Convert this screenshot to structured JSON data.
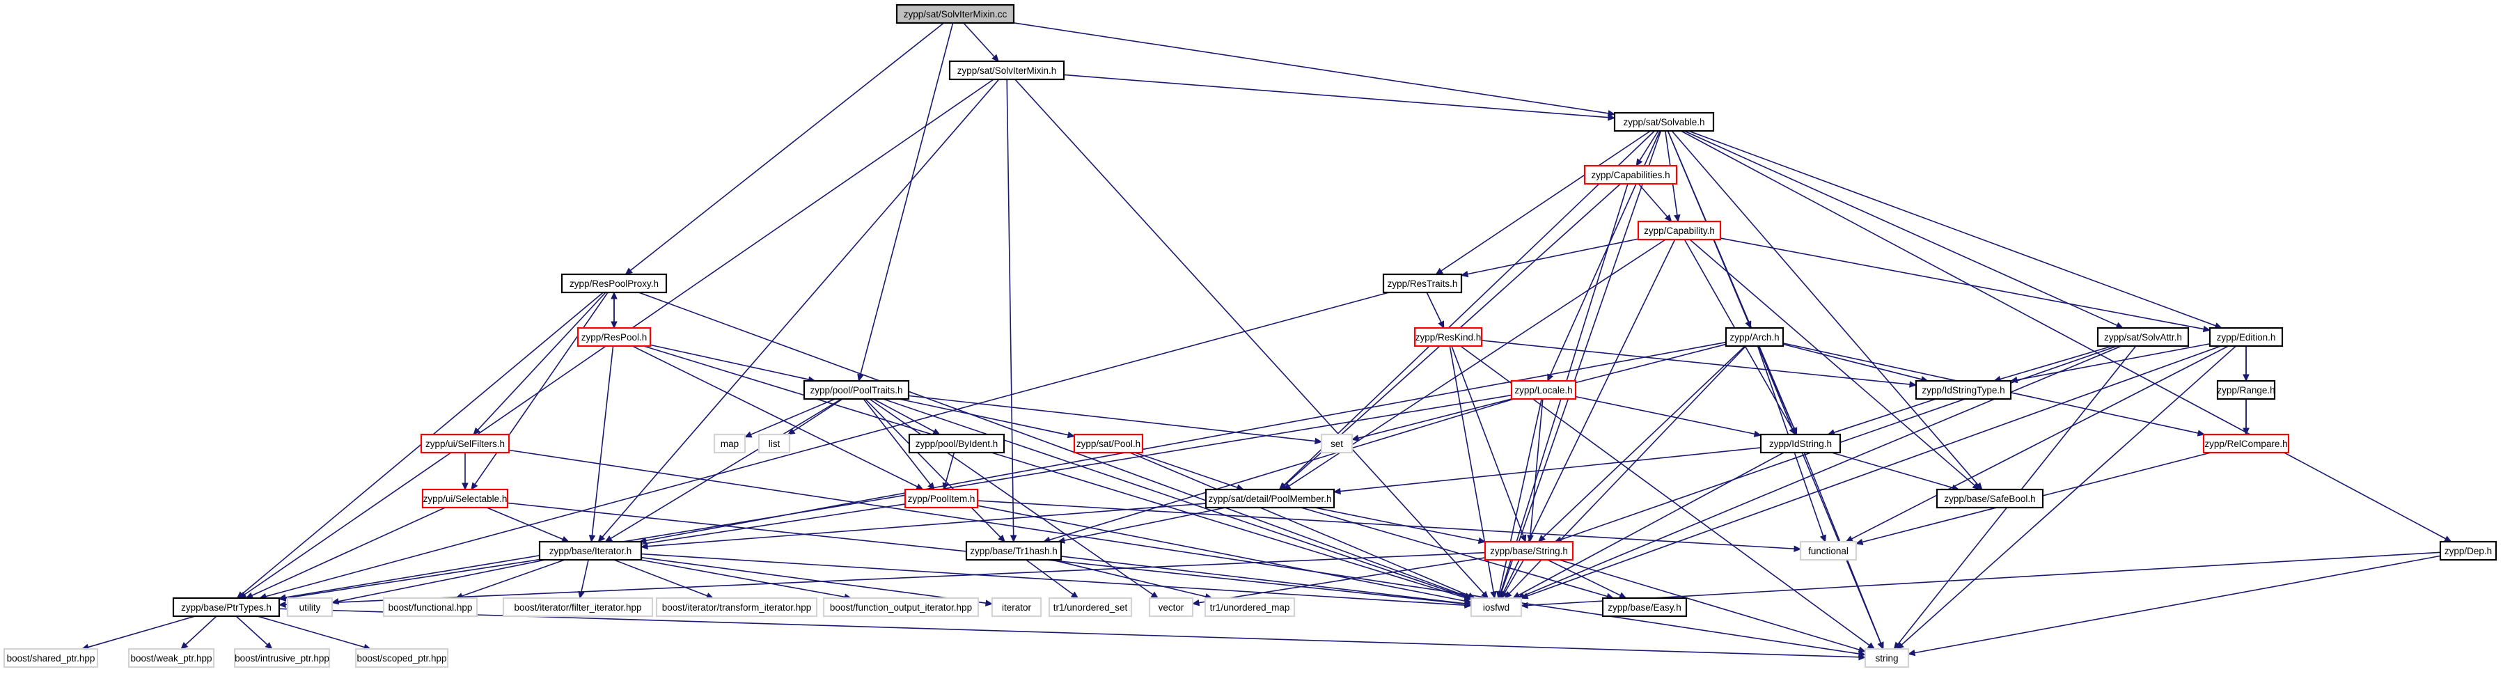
{
  "colors": {
    "edge": "#191970",
    "root_fill": "#bfbfbf",
    "normal_border": "#000000",
    "red_border": "#ff0000",
    "ext_border": "#d3d3d3",
    "background": "#ffffff"
  },
  "nodes": {
    "root": {
      "label": "zypp/sat/SolvIterMixin.cc",
      "kind": "root"
    },
    "solviterh": {
      "label": "zypp/sat/SolvIterMixin.h",
      "kind": "normal"
    },
    "solvable": {
      "label": "zypp/sat/Solvable.h",
      "kind": "normal"
    },
    "capabilities": {
      "label": "zypp/Capabilities.h",
      "kind": "red"
    },
    "capability": {
      "label": "zypp/Capability.h",
      "kind": "red"
    },
    "respoolproxy": {
      "label": "zypp/ResPoolProxy.h",
      "kind": "normal"
    },
    "respool": {
      "label": "zypp/ResPool.h",
      "kind": "red"
    },
    "restraits": {
      "label": "zypp/ResTraits.h",
      "kind": "normal"
    },
    "reskind": {
      "label": "zypp/ResKind.h",
      "kind": "red"
    },
    "arch": {
      "label": "zypp/Arch.h",
      "kind": "normal"
    },
    "solvattr": {
      "label": "zypp/sat/SolvAttr.h",
      "kind": "normal"
    },
    "edition": {
      "label": "zypp/Edition.h",
      "kind": "normal"
    },
    "pooltraits": {
      "label": "zypp/pool/PoolTraits.h",
      "kind": "normal"
    },
    "locale": {
      "label": "zypp/Locale.h",
      "kind": "red"
    },
    "idstringtype": {
      "label": "zypp/IdStringType.h",
      "kind": "normal"
    },
    "range": {
      "label": "zypp/Range.h",
      "kind": "normal"
    },
    "selfilters": {
      "label": "zypp/ui/SelFilters.h",
      "kind": "red"
    },
    "map": {
      "label": "map",
      "kind": "ext"
    },
    "list": {
      "label": "list",
      "kind": "ext"
    },
    "byident": {
      "label": "zypp/pool/ByIdent.h",
      "kind": "normal"
    },
    "satpool": {
      "label": "zypp/sat/Pool.h",
      "kind": "red"
    },
    "set": {
      "label": "set",
      "kind": "ext"
    },
    "idstring": {
      "label": "zypp/IdString.h",
      "kind": "normal"
    },
    "relcompare": {
      "label": "zypp/RelCompare.h",
      "kind": "red"
    },
    "selectable": {
      "label": "zypp/ui/Selectable.h",
      "kind": "red"
    },
    "poolitem": {
      "label": "zypp/PoolItem.h",
      "kind": "red"
    },
    "poolmember": {
      "label": "zypp/sat/detail/PoolMember.h",
      "kind": "normal"
    },
    "safebool": {
      "label": "zypp/base/SafeBool.h",
      "kind": "normal"
    },
    "iterator": {
      "label": "zypp/base/Iterator.h",
      "kind": "normal"
    },
    "tr1hash": {
      "label": "zypp/base/Tr1hash.h",
      "kind": "normal"
    },
    "string_h": {
      "label": "zypp/base/String.h",
      "kind": "red"
    },
    "functional": {
      "label": "functional",
      "kind": "ext"
    },
    "dep": {
      "label": "zypp/Dep.h",
      "kind": "normal"
    },
    "ptrtypes": {
      "label": "zypp/base/PtrTypes.h",
      "kind": "normal"
    },
    "utility": {
      "label": "utility",
      "kind": "ext"
    },
    "boostfunctional": {
      "label": "boost/functional.hpp",
      "kind": "ext"
    },
    "boostfilter": {
      "label": "boost/iterator/filter_iterator.hpp",
      "kind": "ext"
    },
    "boosttransform": {
      "label": "boost/iterator/transform_iterator.hpp",
      "kind": "ext"
    },
    "boostfuncout": {
      "label": "boost/function_output_iterator.hpp",
      "kind": "ext"
    },
    "iteratorstd": {
      "label": "iterator",
      "kind": "ext"
    },
    "unorderedset": {
      "label": "tr1/unordered_set",
      "kind": "ext"
    },
    "vector": {
      "label": "vector",
      "kind": "ext"
    },
    "unorderedmap": {
      "label": "tr1/unordered_map",
      "kind": "ext"
    },
    "iosfwd": {
      "label": "iosfwd",
      "kind": "ext"
    },
    "easy": {
      "label": "zypp/base/Easy.h",
      "kind": "normal"
    },
    "sharedptr": {
      "label": "boost/shared_ptr.hpp",
      "kind": "ext"
    },
    "weakptr": {
      "label": "boost/weak_ptr.hpp",
      "kind": "ext"
    },
    "intrusiveptr": {
      "label": "boost/intrusive_ptr.hpp",
      "kind": "ext"
    },
    "scopedptr": {
      "label": "boost/scoped_ptr.hpp",
      "kind": "ext"
    },
    "string": {
      "label": "string",
      "kind": "ext"
    }
  },
  "edges": [
    [
      "root",
      "solviterh"
    ],
    [
      "root",
      "solvable"
    ],
    [
      "root",
      "respoolproxy"
    ],
    [
      "root",
      "pooltraits"
    ],
    [
      "solviterh",
      "solvable"
    ],
    [
      "solviterh",
      "ptrtypes"
    ],
    [
      "solviterh",
      "iterator"
    ],
    [
      "solviterh",
      "tr1hash"
    ],
    [
      "solviterh",
      "iosfwd"
    ],
    [
      "solvable",
      "capabilities"
    ],
    [
      "solvable",
      "capability"
    ],
    [
      "solvable",
      "restraits"
    ],
    [
      "solvable",
      "arch"
    ],
    [
      "solvable",
      "solvattr"
    ],
    [
      "solvable",
      "edition"
    ],
    [
      "solvable",
      "locale"
    ],
    [
      "solvable",
      "idstring"
    ],
    [
      "solvable",
      "poolmember"
    ],
    [
      "solvable",
      "safebool"
    ],
    [
      "solvable",
      "dep"
    ],
    [
      "solvable",
      "iosfwd"
    ],
    [
      "capabilities",
      "capability"
    ],
    [
      "capabilities",
      "poolmember"
    ],
    [
      "capabilities",
      "iosfwd"
    ],
    [
      "capability",
      "restraits"
    ],
    [
      "capability",
      "edition"
    ],
    [
      "capability",
      "idstring"
    ],
    [
      "capability",
      "poolmember"
    ],
    [
      "capability",
      "safebool"
    ],
    [
      "capability",
      "iosfwd"
    ],
    [
      "respoolproxy",
      "respool"
    ],
    [
      "respoolproxy",
      "selfilters"
    ],
    [
      "respoolproxy",
      "selectable"
    ],
    [
      "respoolproxy",
      "ptrtypes"
    ],
    [
      "respoolproxy",
      "iosfwd"
    ],
    [
      "respool",
      "respoolproxy"
    ],
    [
      "respool",
      "pooltraits"
    ],
    [
      "respool",
      "poolitem"
    ],
    [
      "respool",
      "iterator"
    ],
    [
      "respool",
      "iosfwd"
    ],
    [
      "restraits",
      "reskind"
    ],
    [
      "restraits",
      "ptrtypes"
    ],
    [
      "reskind",
      "idstringtype"
    ],
    [
      "reskind",
      "string_h"
    ],
    [
      "reskind",
      "iosfwd"
    ],
    [
      "reskind",
      "string"
    ],
    [
      "arch",
      "idstringtype"
    ],
    [
      "arch",
      "idstring"
    ],
    [
      "arch",
      "relcompare"
    ],
    [
      "arch",
      "iterator"
    ],
    [
      "arch",
      "set"
    ],
    [
      "arch",
      "string_h"
    ],
    [
      "arch",
      "functional"
    ],
    [
      "arch",
      "iosfwd"
    ],
    [
      "arch",
      "string"
    ],
    [
      "solvattr",
      "idstringtype"
    ],
    [
      "solvattr",
      "string_h"
    ],
    [
      "solvattr",
      "iosfwd"
    ],
    [
      "solvattr",
      "string"
    ],
    [
      "edition",
      "idstringtype"
    ],
    [
      "edition",
      "range"
    ],
    [
      "edition",
      "relcompare"
    ],
    [
      "edition",
      "functional"
    ],
    [
      "edition",
      "iosfwd"
    ],
    [
      "edition",
      "string"
    ],
    [
      "pooltraits",
      "map"
    ],
    [
      "pooltraits",
      "list"
    ],
    [
      "pooltraits",
      "set"
    ],
    [
      "pooltraits",
      "byident"
    ],
    [
      "pooltraits",
      "satpool"
    ],
    [
      "pooltraits",
      "poolitem"
    ],
    [
      "pooltraits",
      "iterator"
    ],
    [
      "pooltraits",
      "tr1hash"
    ],
    [
      "pooltraits",
      "vector"
    ],
    [
      "pooltraits",
      "iosfwd"
    ],
    [
      "locale",
      "idstring"
    ],
    [
      "locale",
      "tr1hash"
    ],
    [
      "locale",
      "string_h"
    ],
    [
      "locale",
      "iosfwd"
    ],
    [
      "locale",
      "ptrtypes"
    ],
    [
      "idstringtype",
      "idstring"
    ],
    [
      "range",
      "relcompare"
    ],
    [
      "selfilters",
      "selectable"
    ],
    [
      "selfilters",
      "string"
    ],
    [
      "byident",
      "poolitem"
    ],
    [
      "satpool",
      "poolmember"
    ],
    [
      "satpool",
      "iosfwd"
    ],
    [
      "idstring",
      "poolmember"
    ],
    [
      "idstring",
      "safebool"
    ],
    [
      "idstring",
      "iosfwd"
    ],
    [
      "idstring",
      "string"
    ],
    [
      "relcompare",
      "functional"
    ],
    [
      "selectable",
      "iterator"
    ],
    [
      "selectable",
      "ptrtypes"
    ],
    [
      "selectable",
      "iosfwd"
    ],
    [
      "poolitem",
      "functional"
    ],
    [
      "poolitem",
      "ptrtypes"
    ],
    [
      "poolitem",
      "iosfwd"
    ],
    [
      "poolmember",
      "iterator"
    ],
    [
      "poolmember",
      "tr1hash"
    ],
    [
      "poolmember",
      "string_h"
    ],
    [
      "poolmember",
      "easy"
    ],
    [
      "iterator",
      "utility"
    ],
    [
      "iterator",
      "boostfunctional"
    ],
    [
      "iterator",
      "boostfilter"
    ],
    [
      "iterator",
      "boosttransform"
    ],
    [
      "iterator",
      "boostfuncout"
    ],
    [
      "iterator",
      "iteratorstd"
    ],
    [
      "iterator",
      "iosfwd"
    ],
    [
      "tr1hash",
      "unorderedset"
    ],
    [
      "tr1hash",
      "unorderedmap"
    ],
    [
      "tr1hash",
      "iosfwd"
    ],
    [
      "string_h",
      "iosfwd"
    ],
    [
      "string_h",
      "vector"
    ],
    [
      "string_h",
      "string"
    ],
    [
      "string_h",
      "ptrtypes"
    ],
    [
      "string_h",
      "easy"
    ],
    [
      "dep",
      "iosfwd"
    ],
    [
      "dep",
      "string"
    ],
    [
      "ptrtypes",
      "sharedptr"
    ],
    [
      "ptrtypes",
      "weakptr"
    ],
    [
      "ptrtypes",
      "intrusiveptr"
    ],
    [
      "ptrtypes",
      "scopedptr"
    ],
    [
      "ptrtypes",
      "string"
    ]
  ]
}
